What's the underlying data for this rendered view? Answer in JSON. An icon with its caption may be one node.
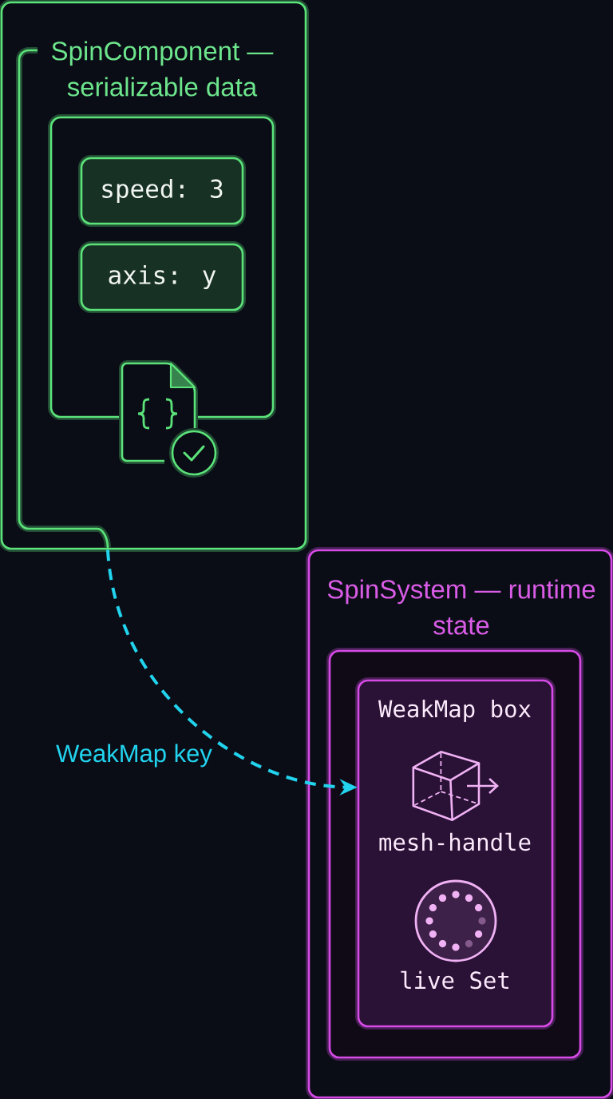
{
  "diagram": {
    "nodes": [
      {
        "text": [
          "SpinComponent — serializable data"
        ]
      },
      {
        "text": [],
        "shape": "box",
        "in": 0
      },
      {
        "text": [
          "speed: 3"
        ],
        "in": 1
      },
      {
        "text": [
          "axis: y"
        ],
        "in": 1
      },
      {
        "text": [
          "SpinSystem — runtime state"
        ]
      },
      {
        "text": [],
        "shape": "box",
        "in": 4
      },
      {
        "text": [
          "WeakMap box",
          "mesh-handle",
          "live Set"
        ],
        "in": 5
      }
    ],
    "edges": [
      {
        "from": 0,
        "to": 6,
        "arrow": "to",
        "label": "WeakMap key",
        "style": "dashed",
        "color": "#22d3ee"
      }
    ]
  }
}
